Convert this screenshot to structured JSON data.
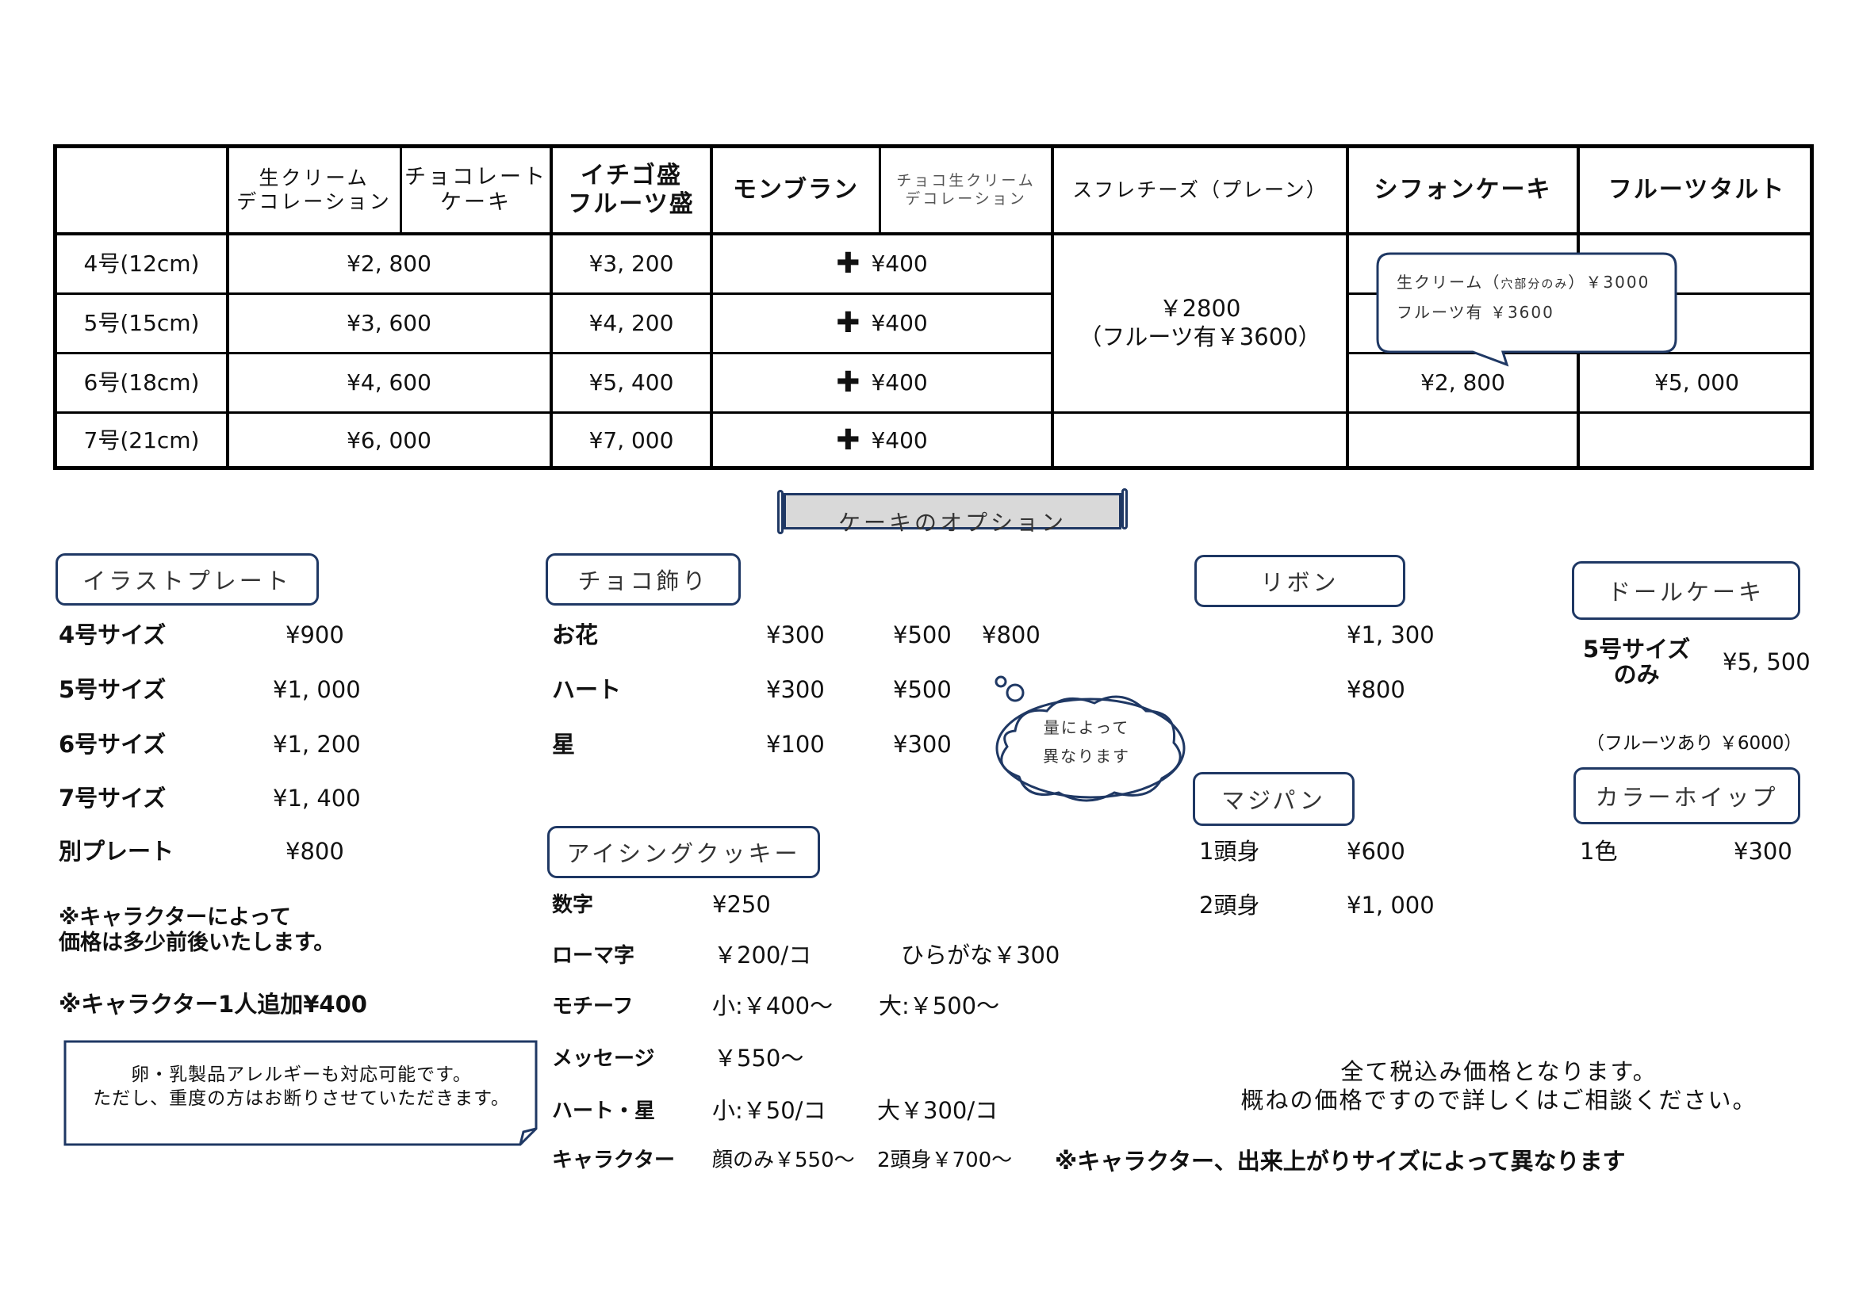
{
  "table": {
    "headers": {
      "nama_cream": [
        "生クリーム",
        "デコレーション"
      ],
      "choco_cake": [
        "チョコレート",
        "ケーキ"
      ],
      "ichigo": [
        "イチゴ盛",
        "フルーツ盛"
      ],
      "montblanc": "モンブラン",
      "choco_nama": [
        "チョコ生クリーム",
        "デコレーション"
      ],
      "souffle": "スフレチーズ（プレーン）",
      "chiffon": "シフォンケーキ",
      "fruit_tart": "フルーツタルト"
    },
    "rows": [
      {
        "size": "4号(12cm)",
        "deco": "¥2, 800",
        "ichigo": "¥3, 200",
        "montblanc": "¥400"
      },
      {
        "size": "5号(15cm)",
        "deco": "¥3, 600",
        "ichigo": "¥4, 200",
        "montblanc": "¥400"
      },
      {
        "size": "6号(18cm)",
        "deco": "¥4, 600",
        "ichigo": "¥5, 400",
        "montblanc": "¥400"
      },
      {
        "size": "7号(21cm)",
        "deco": "¥6, 000",
        "ichigo": "¥7, 000",
        "montblanc": "¥400"
      }
    ],
    "plus_symbol": "✚",
    "souffle_price": [
      "￥2800",
      "（フルーツ有￥3600）"
    ],
    "chiffon_price": "¥2, 800",
    "tart_price": "¥5, 000",
    "chiffon_callout": [
      "生クリーム（",
      "穴部分のみ",
      "）￥3000",
      "フルーツ有 ￥3600"
    ]
  },
  "options_title": "ケーキのオプション",
  "illust_plate": {
    "label": "イラストプレート",
    "items": [
      {
        "name": "4号サイズ",
        "price": "¥900"
      },
      {
        "name": "5号サイズ",
        "price": "¥1, 000"
      },
      {
        "name": "6号サイズ",
        "price": "¥1, 200"
      },
      {
        "name": "7号サイズ",
        "price": "¥1, 400"
      },
      {
        "name": "別プレート",
        "price": "¥800"
      }
    ],
    "note1": [
      "※キャラクターによって",
      "価格は多少前後いたします。"
    ],
    "note2": "※キャラクター1人追加¥400"
  },
  "allergy_note": [
    "卵・乳製品アレルギーも対応可能です。",
    "ただし、重度の方はお断りさせていただきます。"
  ],
  "choco_deco": {
    "label": "チョコ飾り",
    "items": [
      {
        "name": "お花",
        "p1": "¥300",
        "p2": "¥500",
        "p3": "¥800"
      },
      {
        "name": "ハート",
        "p1": "¥300",
        "p2": "¥500"
      },
      {
        "name": "星",
        "p1": "¥100",
        "p2": "¥300"
      }
    ]
  },
  "cloud_note": [
    "量によって",
    "異なります"
  ],
  "icing_cookie": {
    "label": "アイシングクッキー",
    "number": {
      "name": "数字",
      "price": "¥250"
    },
    "roman": {
      "name": "ローマ字",
      "price": "￥200/コ",
      "extra": "ひらがな￥300"
    },
    "motif": {
      "name": "モチーフ",
      "small": "小:￥400～",
      "large": "大:￥500～"
    },
    "message": {
      "name": "メッセージ",
      "price": "￥550～"
    },
    "heart_star": {
      "name": "ハート・星",
      "small": "小:￥50/コ",
      "large": "大￥300/コ"
    },
    "character": {
      "name": "キャラクター",
      "face": "顔のみ￥550～",
      "two_head": "2頭身￥700～"
    }
  },
  "ribbon": {
    "label": "リボン",
    "price1": "¥1, 300",
    "price2": "¥800"
  },
  "marzipan": {
    "label": "マジパン",
    "items": [
      {
        "name": "1頭身",
        "price": "¥600"
      },
      {
        "name": "2頭身",
        "price": "¥1, 000"
      }
    ]
  },
  "doll_cake": {
    "label": "ドールケーキ",
    "size": [
      "5号サイズ",
      "のみ"
    ],
    "price": "¥5, 500",
    "fruit": "（フルーツあり ￥6000）"
  },
  "color_whip": {
    "label": "カラーホイップ",
    "name": "1色",
    "price": "¥300"
  },
  "tax_note": [
    "全て税込み価格となります。",
    "概ねの価格ですので詳しくはご相談ください。"
  ],
  "character_note": "※キャラクター、出来上がりサイズによって異なります"
}
